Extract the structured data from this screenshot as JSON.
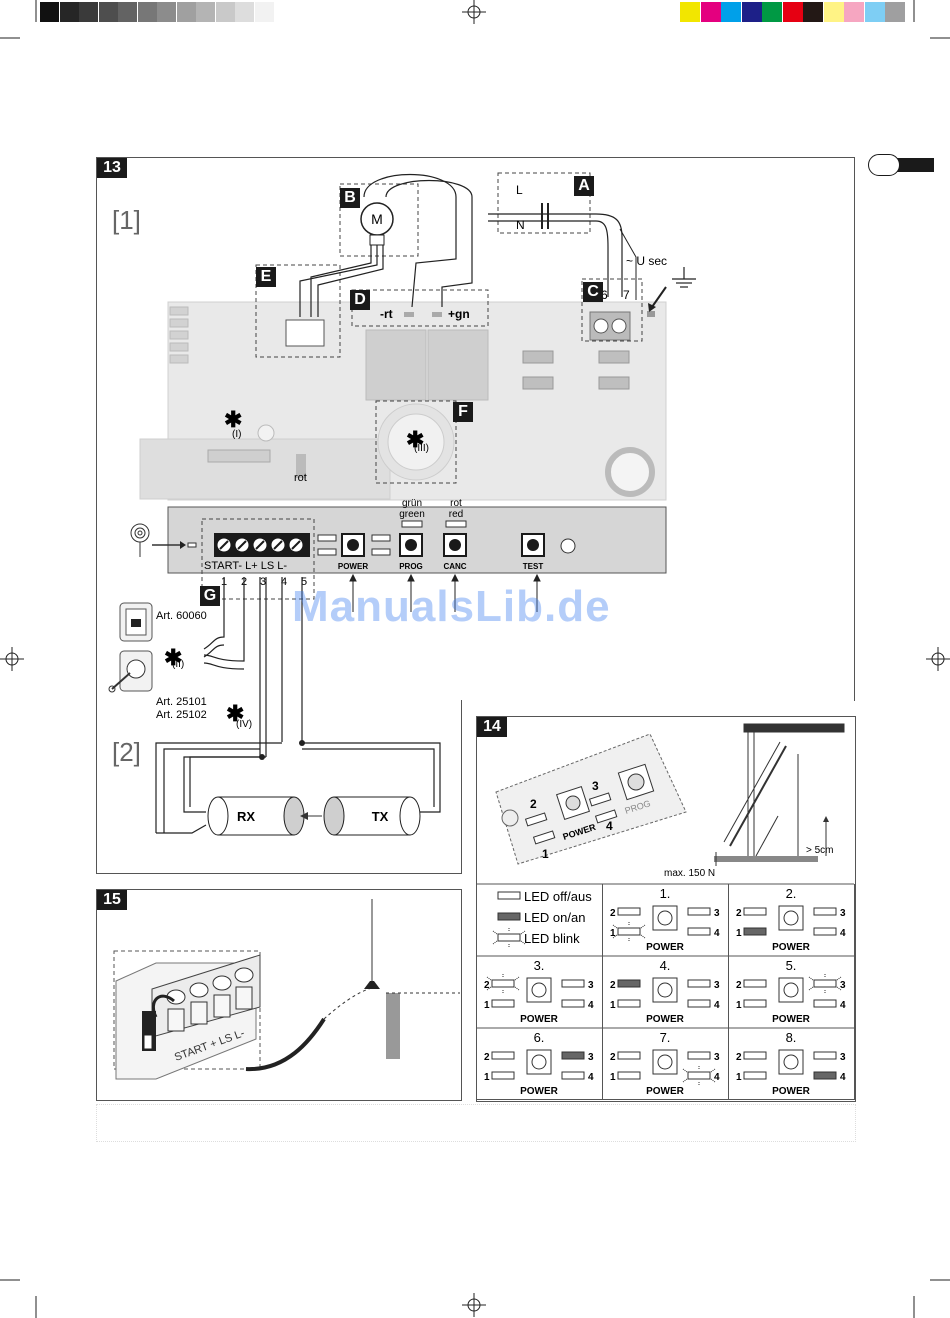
{
  "colors": {
    "gray_strip": [
      "#111111",
      "#262626",
      "#3a3a3a",
      "#4e4e4e",
      "#636363",
      "#777777",
      "#8c8c8c",
      "#a0a0a0",
      "#b4b4b4",
      "#c9c9c9",
      "#dddddd",
      "#f2f2f2"
    ],
    "color_strip": [
      "#f2e600",
      "#e4007f",
      "#00a0e9",
      "#1d2088",
      "#009944",
      "#e60012",
      "#231815",
      "#fff385",
      "#f6a6c1",
      "#7ecef4",
      "#9f9fa0"
    ],
    "watermark": "#3d7ef0",
    "led_on": "#666666"
  },
  "fig13": {
    "number": "13",
    "section1": "[1]",
    "section2": "[2]",
    "tags": {
      "a": "A",
      "b": "B",
      "c": "C",
      "d": "D",
      "e": "E",
      "f": "F",
      "g": "G"
    },
    "motor": "M",
    "wire_l": "L",
    "wire_n": "N",
    "u_sec": "~ U sec",
    "term_6": "6",
    "term_7": "7",
    "minus_rt": "-rt",
    "plus_gn": "+gn",
    "star_i": "✱",
    "note_i": "(I)",
    "note_ii": "(II)",
    "note_iii": "(III)",
    "note_iv": "(IV)",
    "rot": "rot",
    "led_green": [
      "grün",
      "green"
    ],
    "led_red": [
      "rot",
      "red"
    ],
    "buttons": [
      "POWER",
      "PROG",
      "CANC",
      "TEST"
    ],
    "terminal_header": "START-  L+  LS  L-",
    "terminal_numbers": [
      "1",
      "2",
      "3",
      "4",
      "5"
    ],
    "art_a": "Art. 60060",
    "art_b": "Art. 25101",
    "art_c": "Art. 25102",
    "rx": "RX",
    "tx": "TX"
  },
  "watermark": "ManualsLib.de",
  "fig14": {
    "number": "14",
    "board_labels": [
      "1",
      "2",
      "3",
      "4"
    ],
    "board_buttons": [
      "POWER",
      "PROG"
    ],
    "gap": "> 5cm",
    "max_force": "max. 150 N",
    "legend": {
      "off": "LED off/aus",
      "on": "LED on/an",
      "blink": "LED blink"
    },
    "step_titles": [
      "1.",
      "2.",
      "3.",
      "4.",
      "5.",
      "6.",
      "7.",
      "8."
    ],
    "power": "POWER",
    "digits": [
      "1",
      "2",
      "3",
      "4"
    ]
  },
  "fig15": {
    "number": "15",
    "terminal_text": "START  +  LS  L-"
  }
}
